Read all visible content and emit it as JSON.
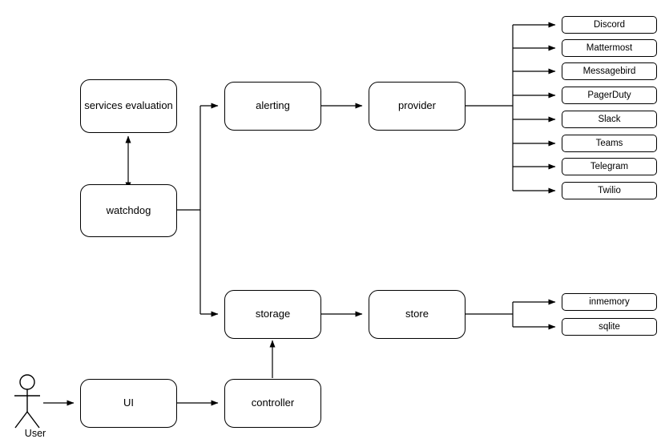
{
  "diagram": {
    "title": "service monitoring architecture flow diagram",
    "background_color": "#ffffff",
    "stroke_color": "#000000",
    "text_color": "#000000",
    "actor": {
      "name": "User",
      "icon": "stick-figure-actor-icon"
    },
    "nodes": {
      "services_evaluation": "services evaluation",
      "watchdog": "watchdog",
      "alerting": "alerting",
      "provider": "provider",
      "storage": "storage",
      "store": "store",
      "ui": "UI",
      "controller": "controller"
    },
    "providers": [
      "Discord",
      "Mattermost",
      "Messagebird",
      "PagerDuty",
      "Slack",
      "Teams",
      "Telegram",
      "Twilio"
    ],
    "stores": [
      "inmemory",
      "sqlite"
    ],
    "edges": [
      {
        "from": "User",
        "to": "UI",
        "type": "arrow"
      },
      {
        "from": "UI",
        "to": "controller",
        "type": "arrow"
      },
      {
        "from": "controller",
        "to": "storage",
        "type": "arrow"
      },
      {
        "from": "watchdog",
        "to": "services evaluation",
        "type": "double-arrow"
      },
      {
        "from": "watchdog",
        "to": "alerting",
        "type": "arrow"
      },
      {
        "from": "watchdog",
        "to": "storage",
        "type": "arrow"
      },
      {
        "from": "alerting",
        "to": "provider",
        "type": "arrow"
      },
      {
        "from": "storage",
        "to": "store",
        "type": "arrow"
      },
      {
        "from": "provider",
        "to": "Discord",
        "type": "arrow"
      },
      {
        "from": "provider",
        "to": "Mattermost",
        "type": "arrow"
      },
      {
        "from": "provider",
        "to": "Messagebird",
        "type": "arrow"
      },
      {
        "from": "provider",
        "to": "PagerDuty",
        "type": "arrow"
      },
      {
        "from": "provider",
        "to": "Slack",
        "type": "arrow"
      },
      {
        "from": "provider",
        "to": "Teams",
        "type": "arrow"
      },
      {
        "from": "provider",
        "to": "Telegram",
        "type": "arrow"
      },
      {
        "from": "provider",
        "to": "Twilio",
        "type": "arrow"
      },
      {
        "from": "store",
        "to": "inmemory",
        "type": "arrow"
      },
      {
        "from": "store",
        "to": "sqlite",
        "type": "arrow"
      }
    ]
  }
}
